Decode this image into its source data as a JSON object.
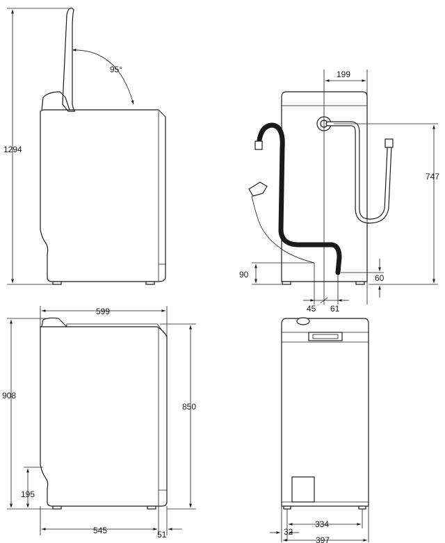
{
  "dimensions": {
    "lid_open_height": "1294",
    "lid_angle": "95°",
    "outlet_height": "199",
    "inlet_height": "747",
    "drain_left_height": "90",
    "drain_right_height": "60",
    "offset_left": "45",
    "offset_right": "61",
    "total_depth": "599",
    "total_height": "908",
    "body_height": "850",
    "base_height": "195",
    "body_depth": "545",
    "rear_depth": "51",
    "feet_spacing": "334",
    "foot_offset": "32",
    "total_width": "397"
  }
}
